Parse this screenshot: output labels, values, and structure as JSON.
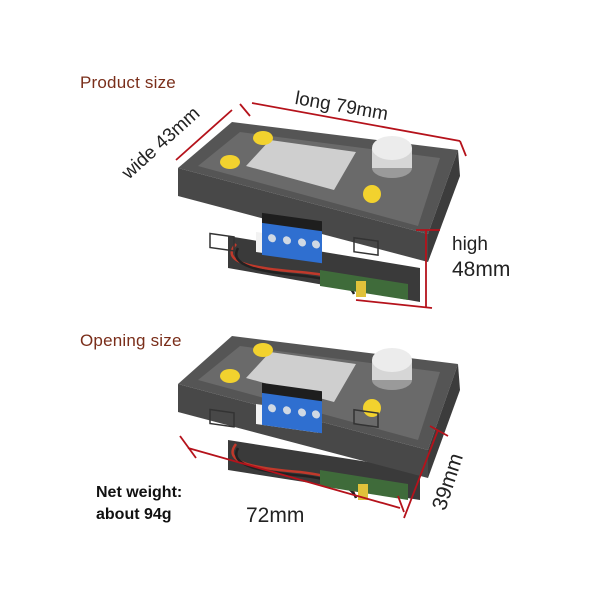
{
  "product_section": {
    "title": "Product size",
    "length_label": "long 79mm",
    "width_label": "wide 43mm",
    "height_label_1": "high",
    "height_label_2": "48mm"
  },
  "opening_section": {
    "title": "Opening size",
    "width_label": "72mm",
    "height_label": "39mm",
    "weight_line_1": "Net weight:",
    "weight_line_2": "about 94g"
  },
  "colors": {
    "dimension_line": "#b5121b",
    "label_text": "#7a2e1a",
    "panel_face": "#6b6b6b",
    "panel_frame": "#4a4a4a",
    "screen": "#cfcfcf",
    "knob": "#d8d8d8",
    "terminal": "#2f6fd0",
    "button_yellow": "#f2d22e"
  }
}
